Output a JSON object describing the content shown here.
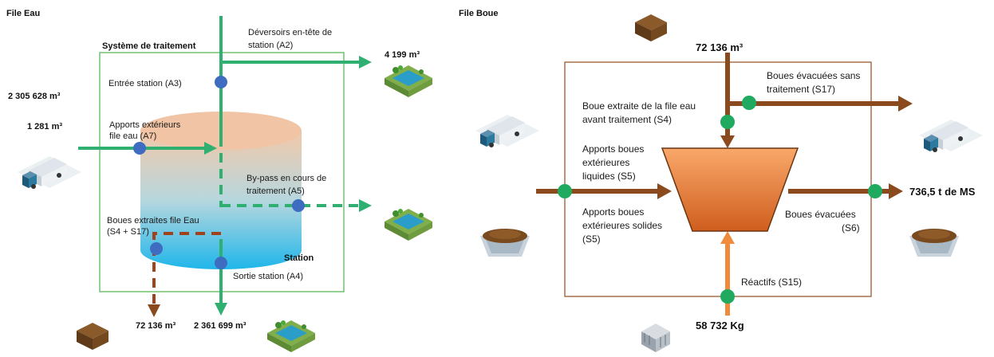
{
  "eau": {
    "title": "File Eau",
    "system_label": "Système de traitement",
    "station_label": "Station",
    "deversoirs_l1": "Déversoirs en-tête de",
    "deversoirs_l2": "station (A2)",
    "entree": "Entrée station (A3)",
    "apports_l1": "Apports extérieurs",
    "apports_l2": "file eau (A7)",
    "bypass_l1": "By-pass en cours de",
    "bypass_l2": "traitement (A5)",
    "boues_l1": "Boues extraites file Eau",
    "boues_l2": "(S4 + S17)",
    "sortie": "Sortie station (A4)",
    "v_deversoirs": "4 199 m³",
    "v_entree": "2 305 628 m³",
    "v_apports": "1 281 m³",
    "v_boues": "72 136 m³",
    "v_sortie": "2 361 699 m³"
  },
  "boue": {
    "title": "File Boue",
    "v_top": "72 136 m³",
    "evacuees_sans_l1": "Boues évacuées sans",
    "evacuees_sans_l2": "traitement (S17)",
    "extraite_l1": "Boue extraite de la file eau",
    "extraite_l2": "avant traitement (S4)",
    "liquides_l1": "Apports boues",
    "liquides_l2": "extérieures",
    "liquides_l3": "liquides (S5)",
    "solides_l1": "Apports boues",
    "solides_l2": "extérieures solides",
    "solides_l3": "(S5)",
    "evacuees_l1": "Boues évacuées",
    "evacuees_l2": "(S6)",
    "reactifs": "Réactifs (S15)",
    "v_ms": "736,5 t de MS",
    "v_reactifs": "58 732 Kg"
  },
  "colors": {
    "green_flow": "#2fb070",
    "node_blue": "#3d6cc0",
    "sludge_brown": "#8b4a1e",
    "dashed_red": "#a0421c",
    "reagent_orange": "#f08a3c",
    "frame_green": "#5cb85c",
    "frame_brown": "#9a5a30",
    "node_green": "#1faa5f"
  },
  "icons": [
    "tanker-truck-icon",
    "water-basin-icon",
    "soil-crate-icon",
    "sludge-skip-icon",
    "chemical-container-icon"
  ]
}
